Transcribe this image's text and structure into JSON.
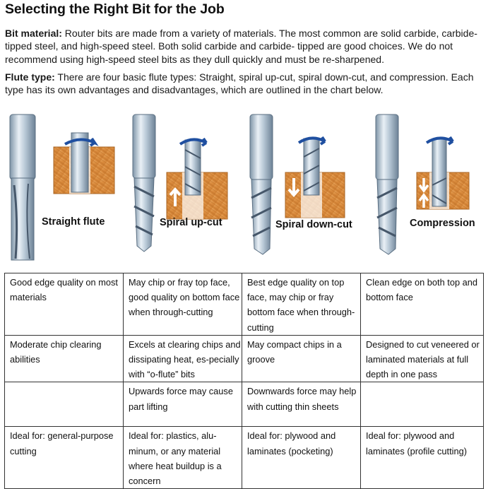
{
  "title": "Selecting the Right Bit for the Job",
  "bit_material": {
    "label": "Bit material:",
    "text": " Router bits are made from a variety of materials. The most common are solid carbide, carbide-tipped steel, and high-speed steel. Both solid carbide and carbide- tipped are good choices. We do not recommend using high-speed steel bits as they dull quickly and must be re-sharpened."
  },
  "flute_type": {
    "label": "Flute type:",
    "text": " There are four basic flute types: Straight, spiral up-cut, spiral down-cut, and compression. Each type has its own advantages and disadvantages, which are outlined in the chart below."
  },
  "bits": [
    {
      "label": "Straight flute",
      "icon": "straight-flute-bit-icon"
    },
    {
      "label": "Spiral up-cut",
      "icon": "spiral-upcut-bit-icon"
    },
    {
      "label": "Spiral down-cut",
      "icon": "spiral-downcut-bit-icon"
    },
    {
      "label": "Compression",
      "icon": "compression-bit-icon"
    }
  ],
  "colors": {
    "steel": "#b8c8d6",
    "wood": "#d98a3c",
    "arrow": "#1f4fa0",
    "border": "#333333"
  },
  "table": {
    "rows": [
      [
        "Good edge quality on most materials",
        "May chip or fray top face, good quality on bottom face when through-cutting",
        "Best edge quality on top face, may chip or fray bottom face when through-cutting",
        "Clean edge on both top and bottom face"
      ],
      [
        "Moderate chip clearing abilities",
        "Excels at clearing chips and dissipating heat, es-pecially with “o-flute” bits",
        "May compact chips in a groove",
        "Designed to cut veneered or laminated materials at full depth in one pass"
      ],
      [
        "",
        "Upwards force may cause part lifting",
        "Downwards force may help with cutting thin sheets",
        ""
      ],
      [
        "Ideal for: general-purpose cutting",
        "Ideal for: plastics, alu-minum, or any material where heat buildup is a concern",
        "Ideal for: plywood and laminates (pocketing)",
        "Ideal for: plywood and laminates (profile cutting)"
      ]
    ]
  }
}
